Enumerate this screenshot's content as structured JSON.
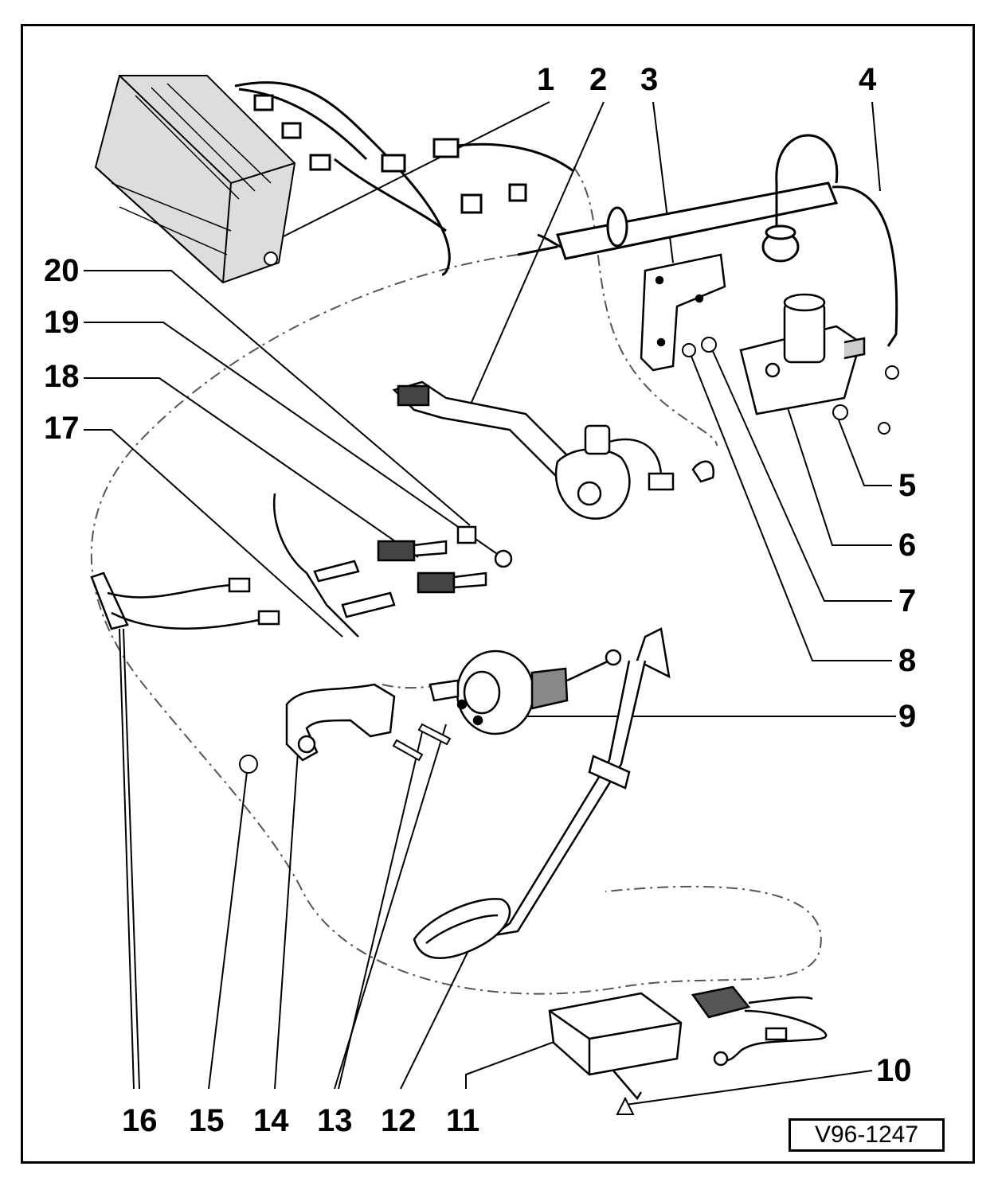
{
  "reference_code": "V96-1247",
  "callouts": [
    "1",
    "2",
    "3",
    "4",
    "5",
    "6",
    "7",
    "8",
    "9",
    "10",
    "11",
    "12",
    "13",
    "14",
    "15",
    "16",
    "17",
    "18",
    "19",
    "20"
  ]
}
